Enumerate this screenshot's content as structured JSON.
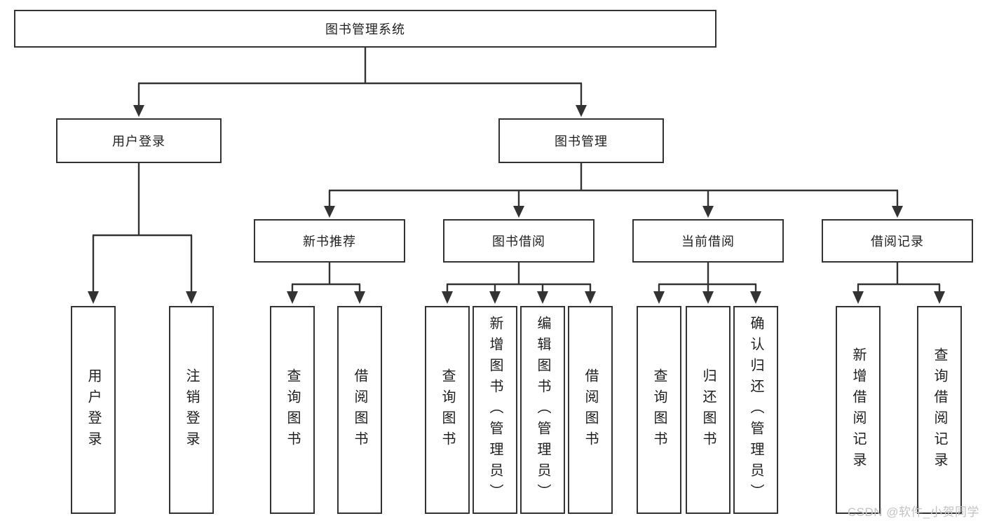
{
  "colors": {
    "line": "#333333",
    "text": "#1f1f1f",
    "background": "#ffffff",
    "watermark": "#c3c3c3"
  },
  "watermark": {
    "text": "CSDN @软件_小贺同学"
  },
  "tree": {
    "label": "图书管理系统",
    "children": [
      {
        "label": "用户登录",
        "children": [
          {
            "label": "用户登录"
          },
          {
            "label": "注销登录"
          }
        ]
      },
      {
        "label": "图书管理",
        "children": [
          {
            "label": "新书推荐",
            "children": [
              {
                "label": "查询图书"
              },
              {
                "label": "借阅图书"
              }
            ]
          },
          {
            "label": "图书借阅",
            "children": [
              {
                "label": "查询图书"
              },
              {
                "label": "新增图书（管理员）"
              },
              {
                "label": "编辑图书（管理员）"
              },
              {
                "label": "借阅图书"
              }
            ]
          },
          {
            "label": "当前借阅",
            "children": [
              {
                "label": "查询图书"
              },
              {
                "label": "归还图书"
              },
              {
                "label": "确认归还（管理员）"
              }
            ]
          },
          {
            "label": "借阅记录",
            "children": [
              {
                "label": "新增借阅记录"
              },
              {
                "label": "查询借阅记录"
              }
            ]
          }
        ]
      }
    ]
  }
}
